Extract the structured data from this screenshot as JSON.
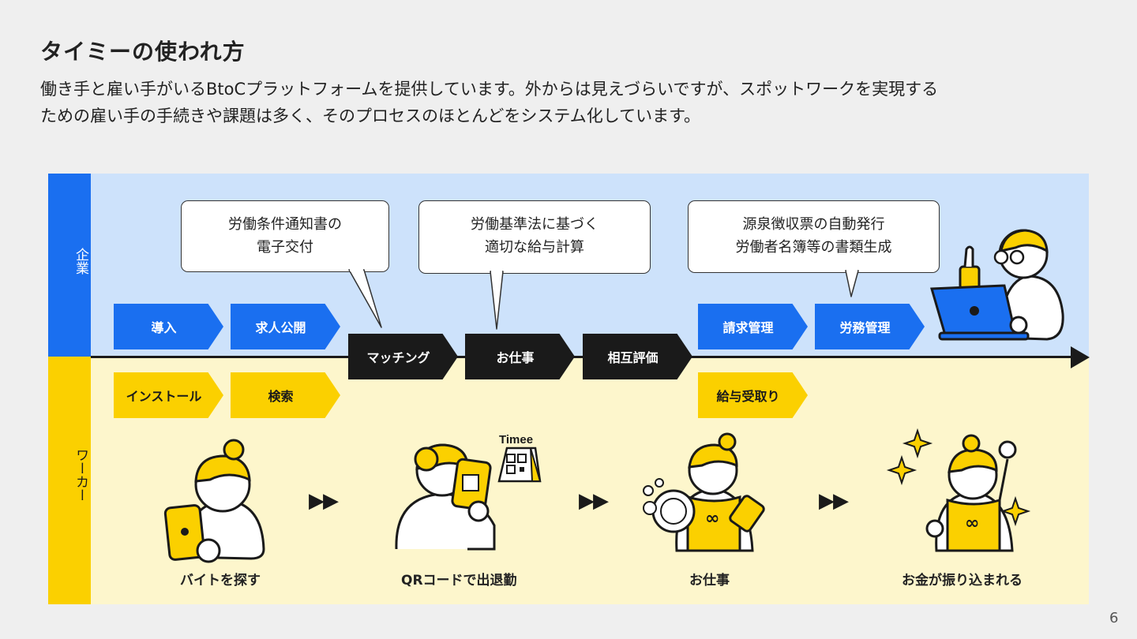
{
  "slide": {
    "title": "タイミーの使われ方",
    "description": [
      "働き手と雇い手がいるBtoCプラットフォームを提供しています。外からは見えづらいですが、スポットワークを実現する",
      "ための雇い手の手続きや課題は多く、そのプロセスのほとんどをシステム化しています。"
    ],
    "page_number": "6"
  },
  "lanes": {
    "company": "企業",
    "worker": "ワーカー"
  },
  "colors": {
    "company_band": "#cde2fb",
    "worker_band": "#fdf6cc",
    "blue": "#1a6ff0",
    "yellow": "#fbd000",
    "black": "#1a1a1a"
  },
  "company_steps": [
    "導入",
    "求人公開",
    "請求管理",
    "労務管理"
  ],
  "shared_steps": [
    "マッチング",
    "お仕事",
    "相互評価"
  ],
  "worker_steps": [
    "インストール",
    "検索",
    "給与受取り"
  ],
  "callouts": [
    {
      "lines": [
        "労働条件通知書の",
        "電子交付"
      ]
    },
    {
      "lines": [
        "労働基準法に基づく",
        "適切な給与計算"
      ]
    },
    {
      "lines": [
        "源泉徴収票の自動発行",
        "労働者名簿等の書類生成"
      ]
    }
  ],
  "worker_flow": {
    "captions": [
      "バイトを探す",
      "QRコードで出退勤",
      "お仕事",
      "お金が振り込まれる"
    ],
    "separator": "▶▶",
    "qr_sign_text": "Timee"
  },
  "icons": [
    "company-user-laptop-icon",
    "worker-phone-icon",
    "worker-qr-checkin-icon",
    "worker-dishwashing-icon",
    "worker-paid-icon"
  ]
}
